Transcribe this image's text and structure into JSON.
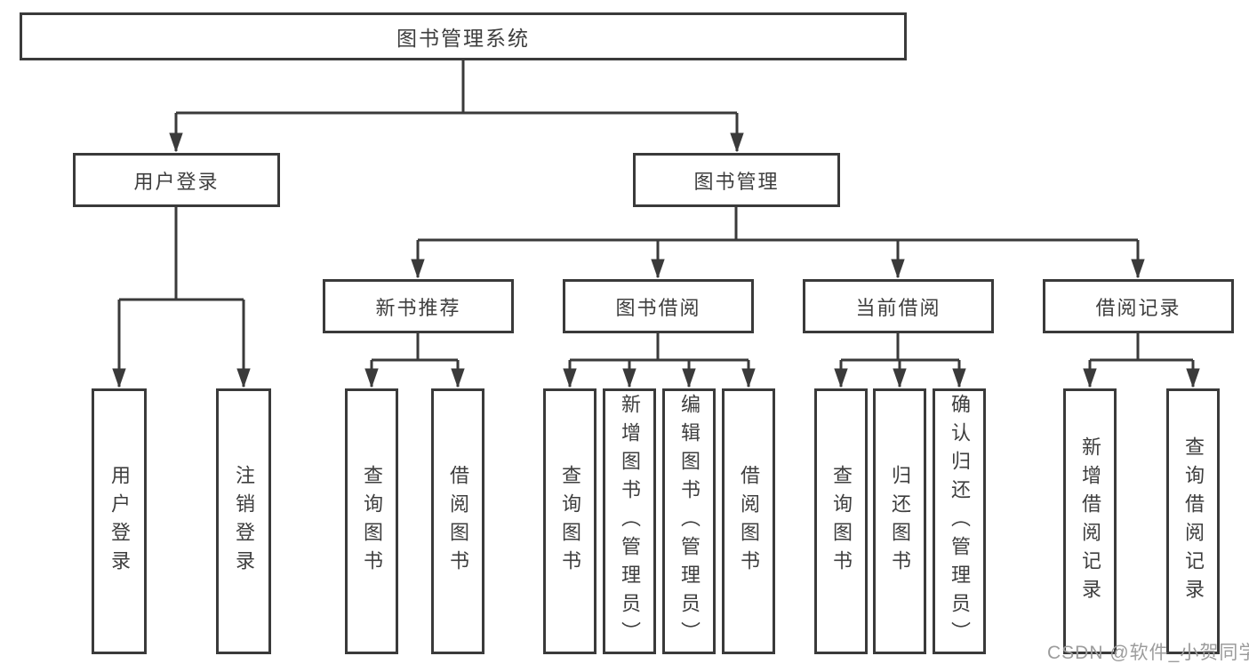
{
  "tree": {
    "label": "图书管理系统",
    "children": [
      {
        "label": "用户登录",
        "children": [
          {
            "label": "用户登录"
          },
          {
            "label": "注销登录"
          }
        ]
      },
      {
        "label": "图书管理",
        "children": [
          {
            "label": "新书推荐",
            "children": [
              {
                "label": "查询图书"
              },
              {
                "label": "借阅图书"
              }
            ]
          },
          {
            "label": "图书借阅",
            "children": [
              {
                "label": "查询图书"
              },
              {
                "label": "新增图书（管理员）"
              },
              {
                "label": "编辑图书（管理员）"
              },
              {
                "label": "借阅图书"
              }
            ]
          },
          {
            "label": "当前借阅",
            "children": [
              {
                "label": "查询图书"
              },
              {
                "label": "归还图书"
              },
              {
                "label": "确认归还（管理员）"
              }
            ]
          },
          {
            "label": "借阅记录",
            "children": [
              {
                "label": "新增借阅记录"
              },
              {
                "label": "查询借阅记录"
              }
            ]
          }
        ]
      }
    ]
  },
  "watermark": {
    "text": "CSDN @软件_小贺同学"
  },
  "colors": {
    "line": "#3a3a3a",
    "box_border": "#3a3a3a",
    "text": "#3e3e3e",
    "background": "#ffffff",
    "watermark": "#9c9c9c"
  }
}
